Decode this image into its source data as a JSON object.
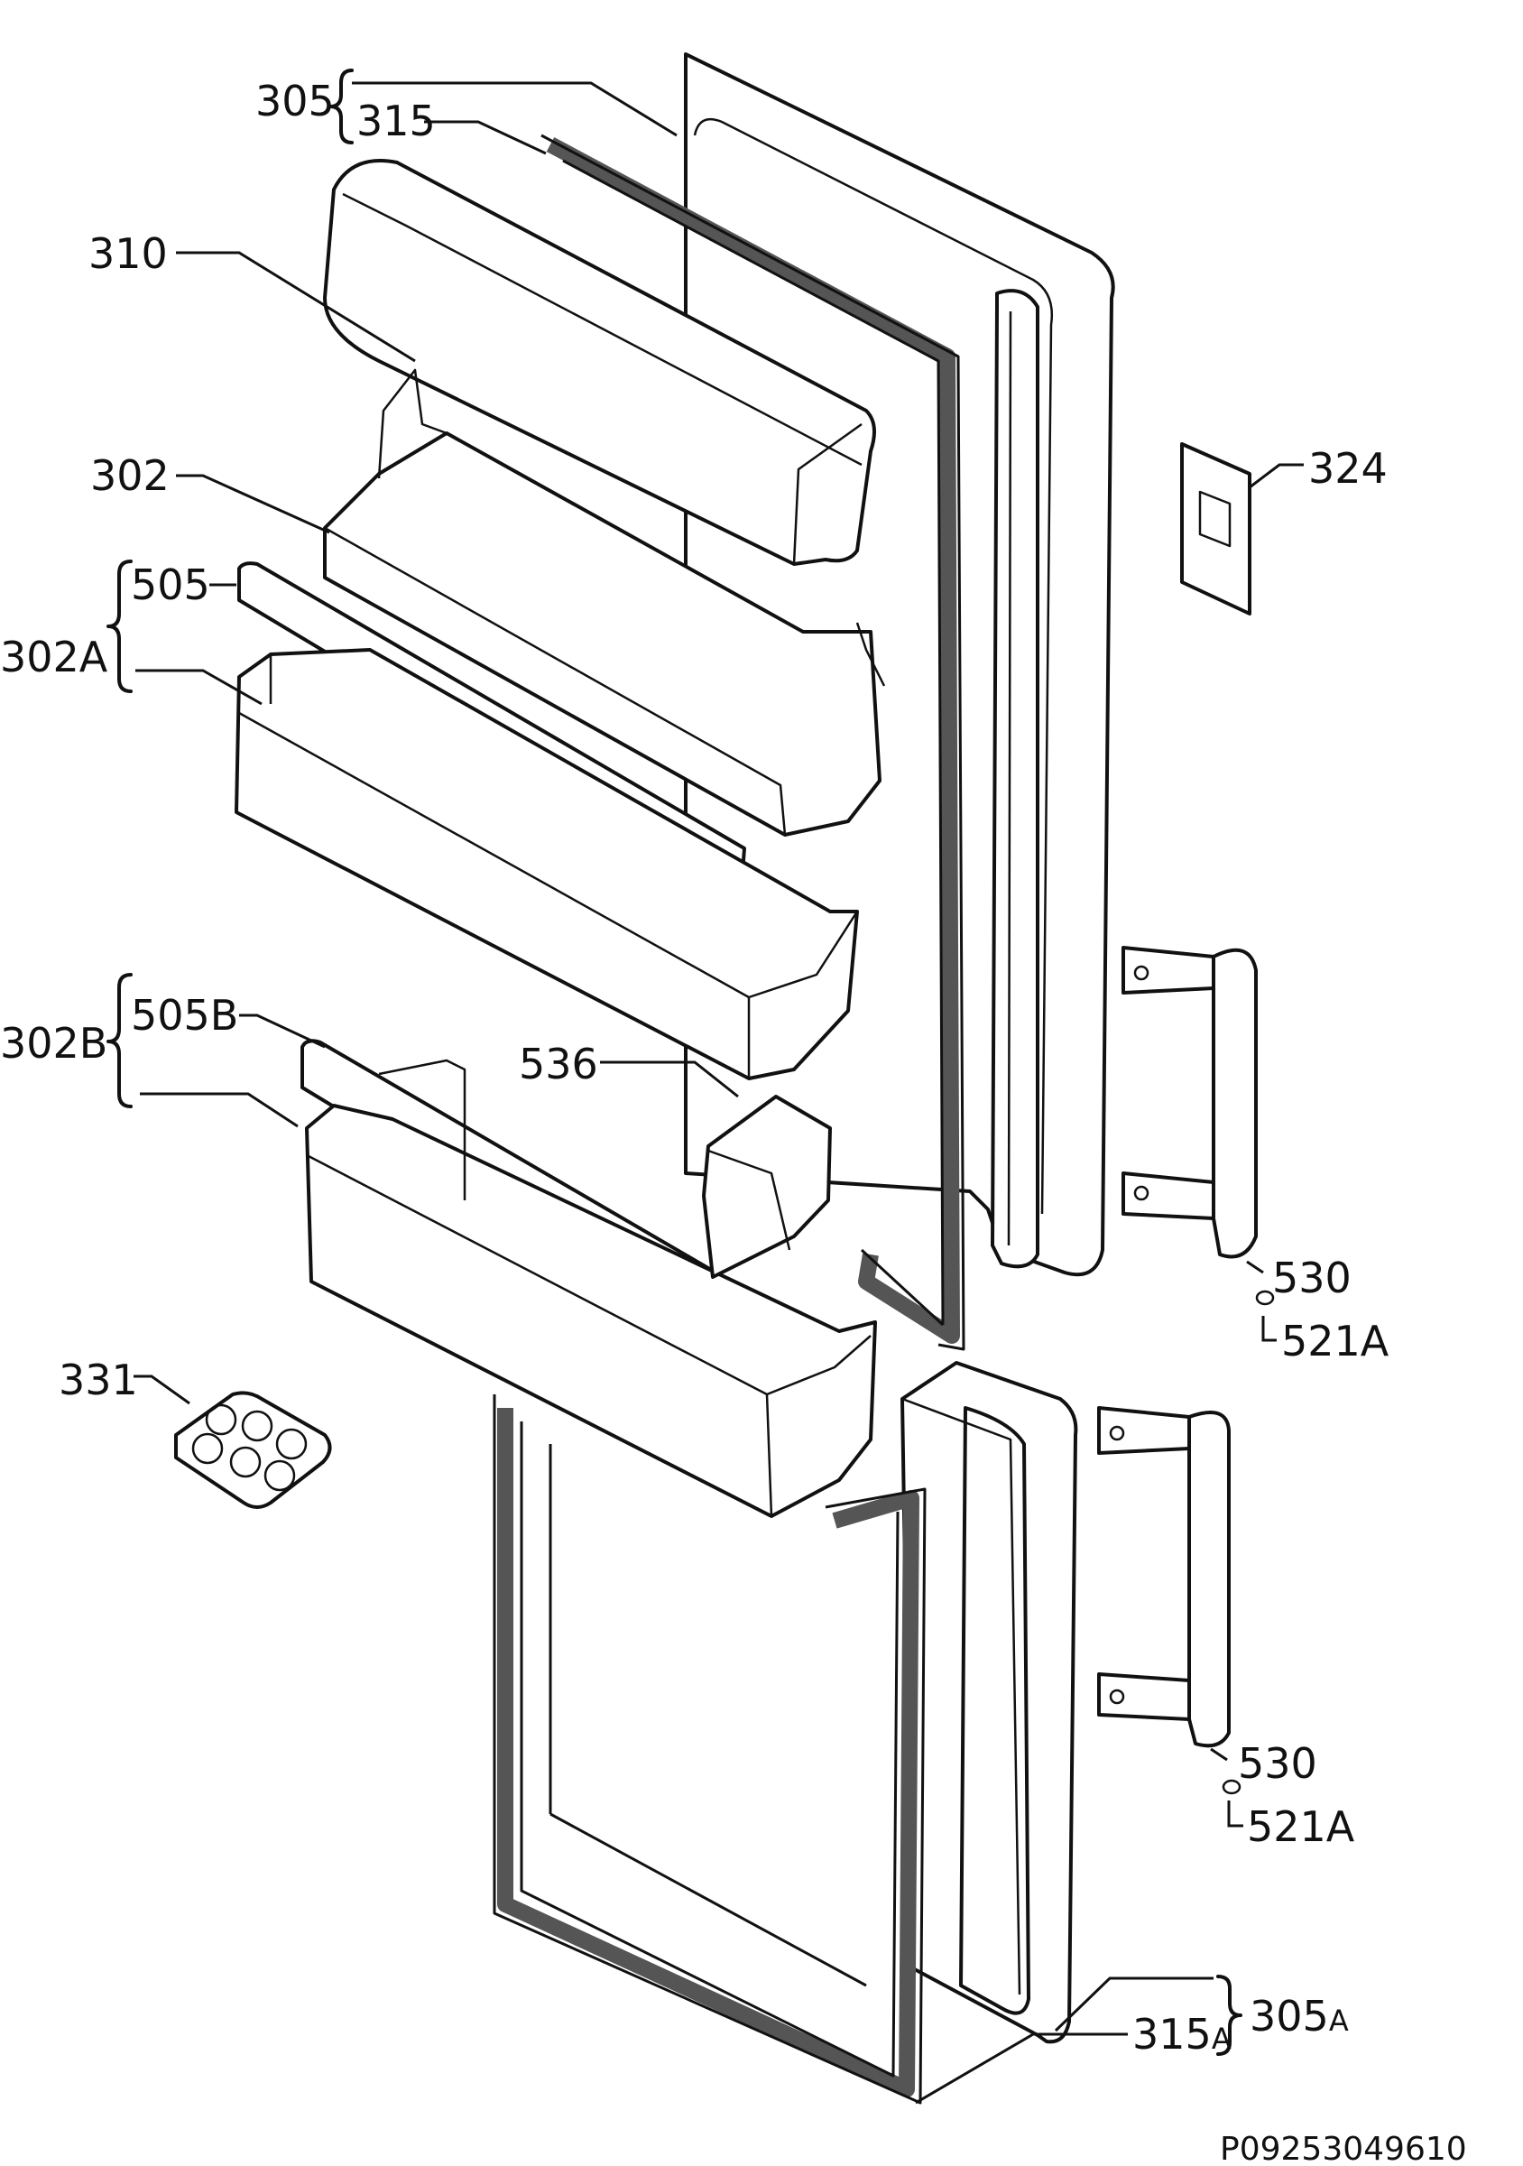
{
  "labels": {
    "l305": "305",
    "l315": "315",
    "l310": "310",
    "l302": "302",
    "l505": "505",
    "l302a": "302A",
    "l324": "324",
    "l302b": "302B",
    "l505b": "505B",
    "l536": "536",
    "l530_top": "530",
    "l521a_top": "521A",
    "l331": "331",
    "l530_bottom": "530",
    "l521a_bottom": "521A",
    "l305a_main": "305",
    "l305a_sub": "A",
    "l315a_main": "315",
    "l315a_sub": "A"
  },
  "code": "P09253049610"
}
